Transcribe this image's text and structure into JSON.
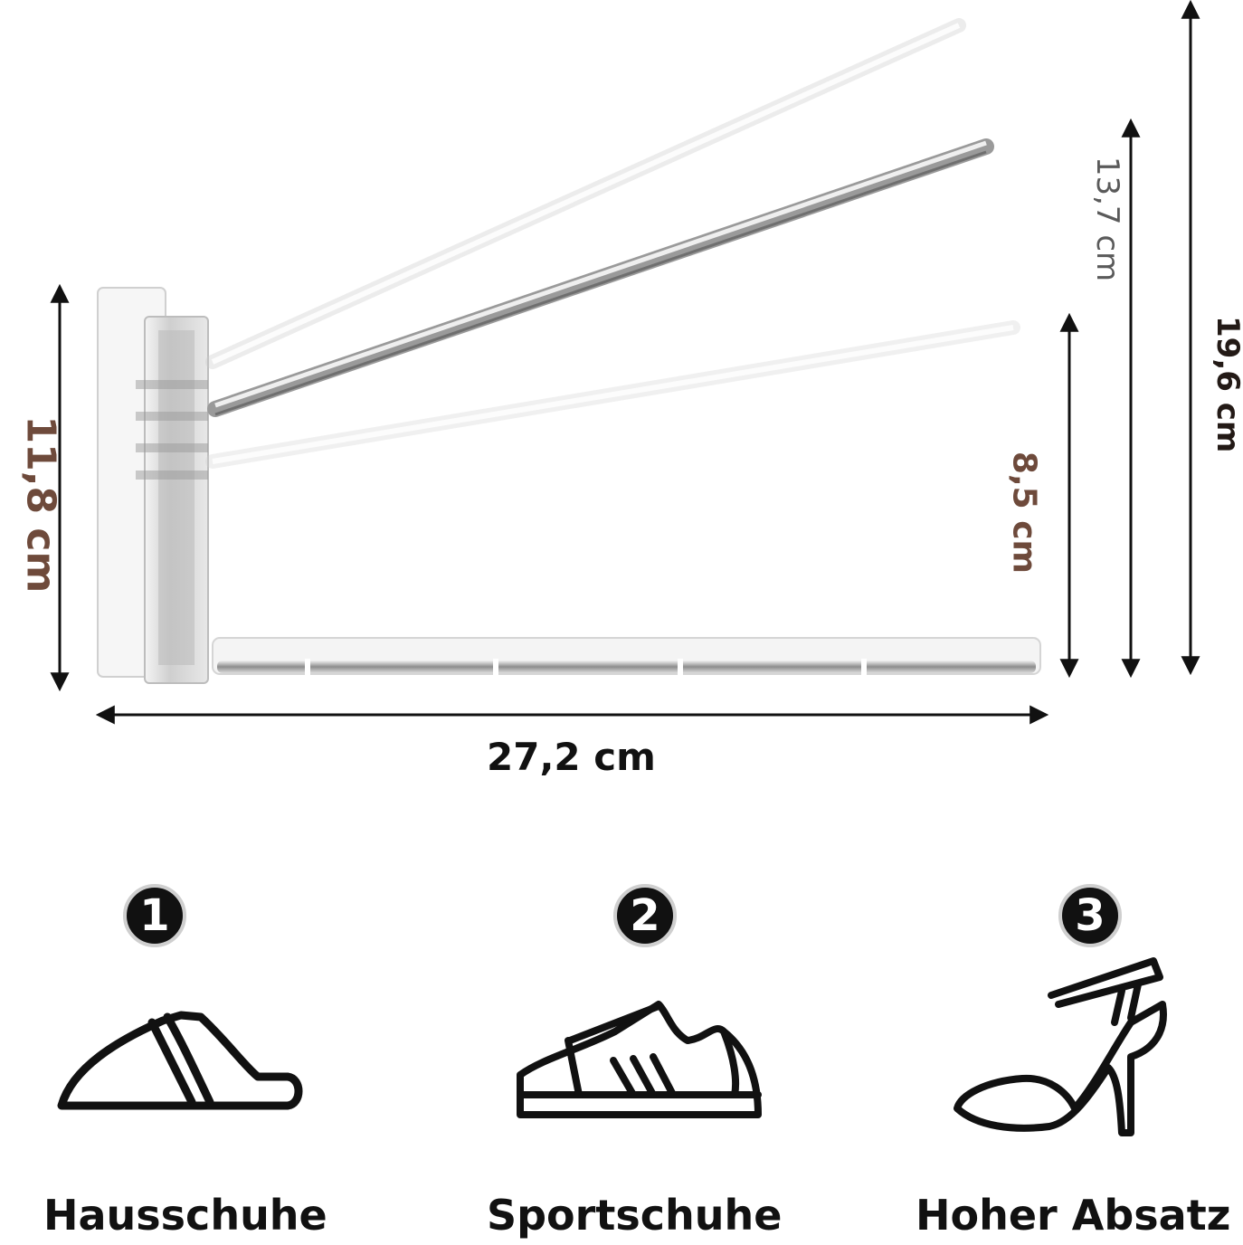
{
  "dimensions": {
    "height_base": "11,8 cm",
    "height_low": "8,5 cm",
    "height_mid": "13,7 cm",
    "height_high": "19,6 cm",
    "width": "27,2 cm"
  },
  "positions": [
    {
      "number": "1",
      "label": "Hausschuhe",
      "icon": "slipper-icon"
    },
    {
      "number": "2",
      "label": "Sportschuhe",
      "icon": "sneaker-icon"
    },
    {
      "number": "3",
      "label": "Hoher Absatz",
      "icon": "high-heel-icon"
    }
  ],
  "colors": {
    "accent_brown": "#6e4a3b",
    "ink": "#111111",
    "metal": "#9a9a9a"
  }
}
